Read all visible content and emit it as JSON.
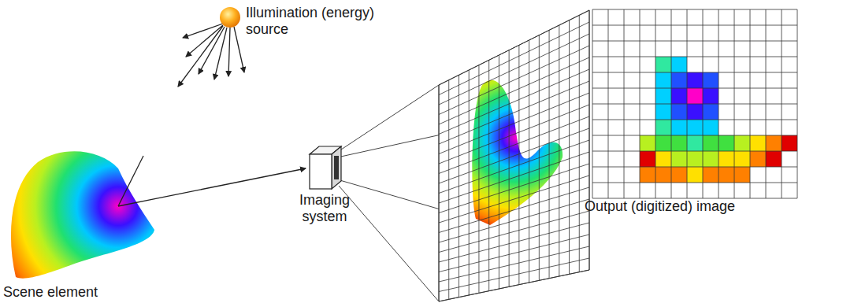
{
  "diagram": {
    "labels": [
      "Illumination (energy) source",
      "Scene element",
      "Imaging system",
      "Output (digitized) image"
    ]
  }
}
